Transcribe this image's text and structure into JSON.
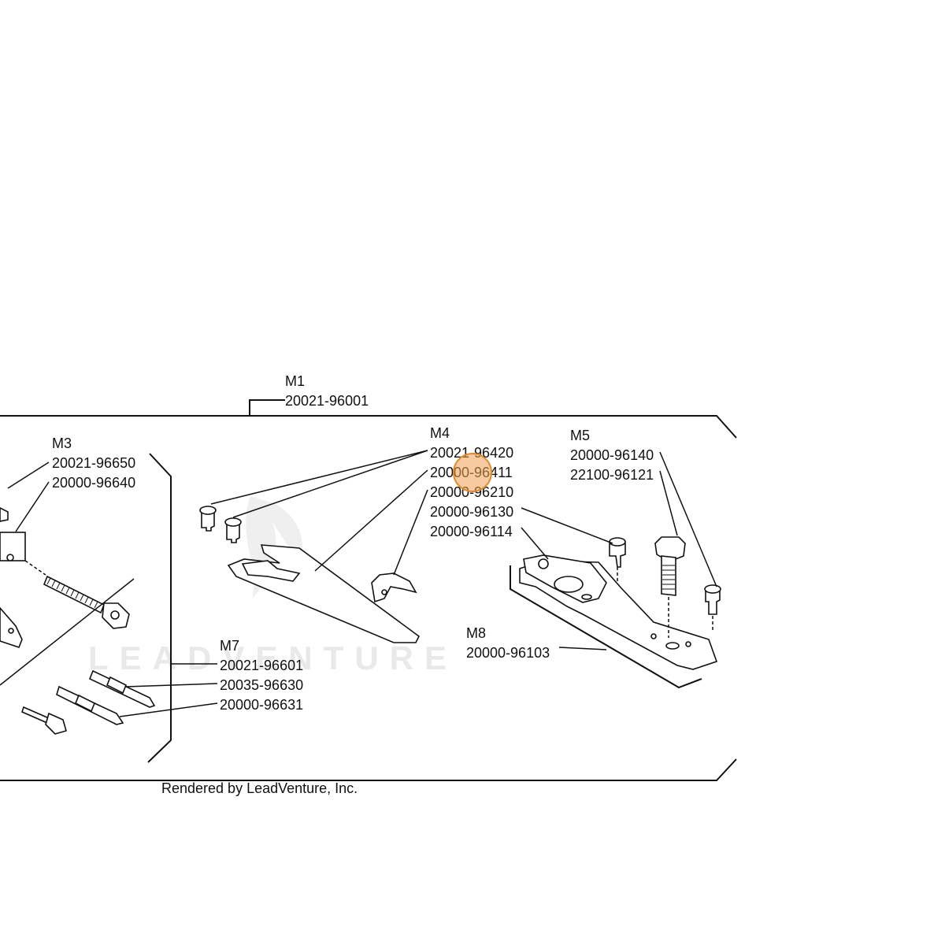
{
  "groups": {
    "m1": {
      "label": "M1",
      "part": "20021-96001"
    },
    "m3": {
      "label": "M3",
      "parts": [
        "20021-96650",
        "20000-96640"
      ]
    },
    "m4": {
      "label": "M4",
      "parts": [
        "20021-96420",
        "20000-96411",
        "20000-96210",
        "20000-96130",
        "20000-96114"
      ]
    },
    "m5": {
      "label": "M5",
      "parts": [
        "20000-96140",
        "22100-96121"
      ]
    },
    "m7": {
      "label": "M7",
      "parts": [
        "20021-96601",
        "20035-96630",
        "20000-96631"
      ]
    },
    "m8": {
      "label": "M8",
      "part": "20000-96103"
    }
  },
  "watermark": "LEADVENTURE",
  "footer": "Rendered by LeadVenture, Inc.",
  "colors": {
    "line": "#111111",
    "highlight": "#f0a050",
    "watermark": "#e9e9e9"
  }
}
